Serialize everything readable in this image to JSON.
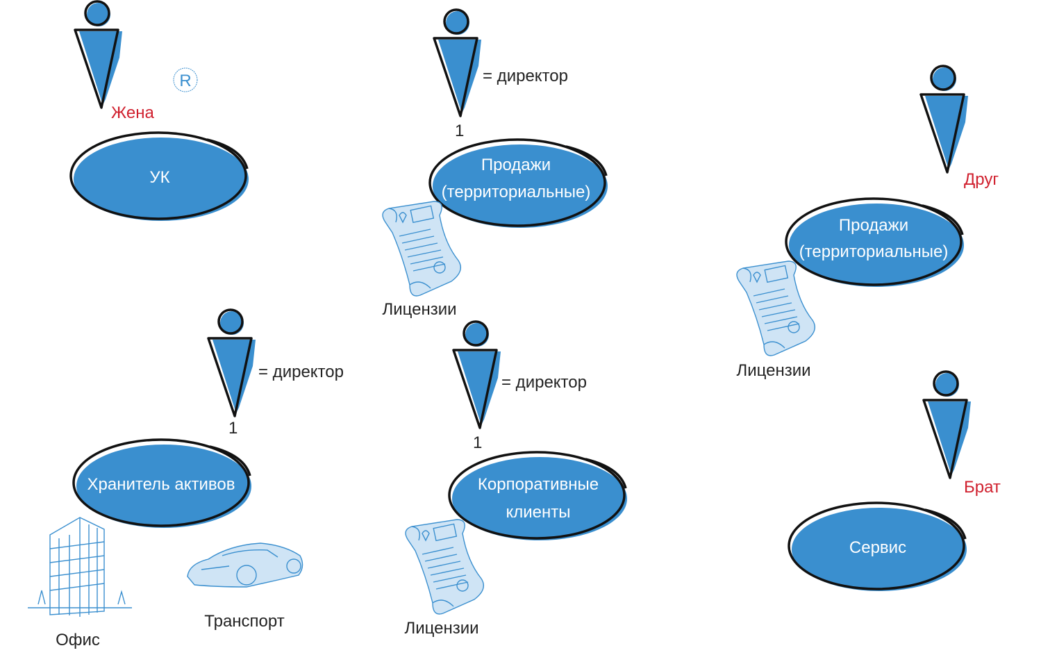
{
  "colors": {
    "accent": "#3a8fcf",
    "relative_label": "#d0202e",
    "outline": "#111111"
  },
  "registered_mark": "R",
  "persons": [
    {
      "label": "Жена"
    },
    {
      "label": "= директор",
      "count": "1"
    },
    {
      "label": "Друг"
    },
    {
      "label": "= директор",
      "count": "1"
    },
    {
      "label": "= директор",
      "count": "1"
    },
    {
      "label": "Брат"
    }
  ],
  "entities": {
    "uk": {
      "line1": "УК"
    },
    "sales1": {
      "line1": "Продажи",
      "line2": "(территориальные)"
    },
    "sales2": {
      "line1": "Продажи",
      "line2": "(территориальные)"
    },
    "assets": {
      "line1": "Хранитель активов"
    },
    "corporate": {
      "line1": "Корпоративные",
      "line2": "клиенты"
    },
    "service": {
      "line1": "Сервис"
    }
  },
  "assets": {
    "licenses1": "Лицензии",
    "licenses2": "Лицензии",
    "licenses3": "Лицензии",
    "office": "Офис",
    "transport": "Транспорт"
  }
}
